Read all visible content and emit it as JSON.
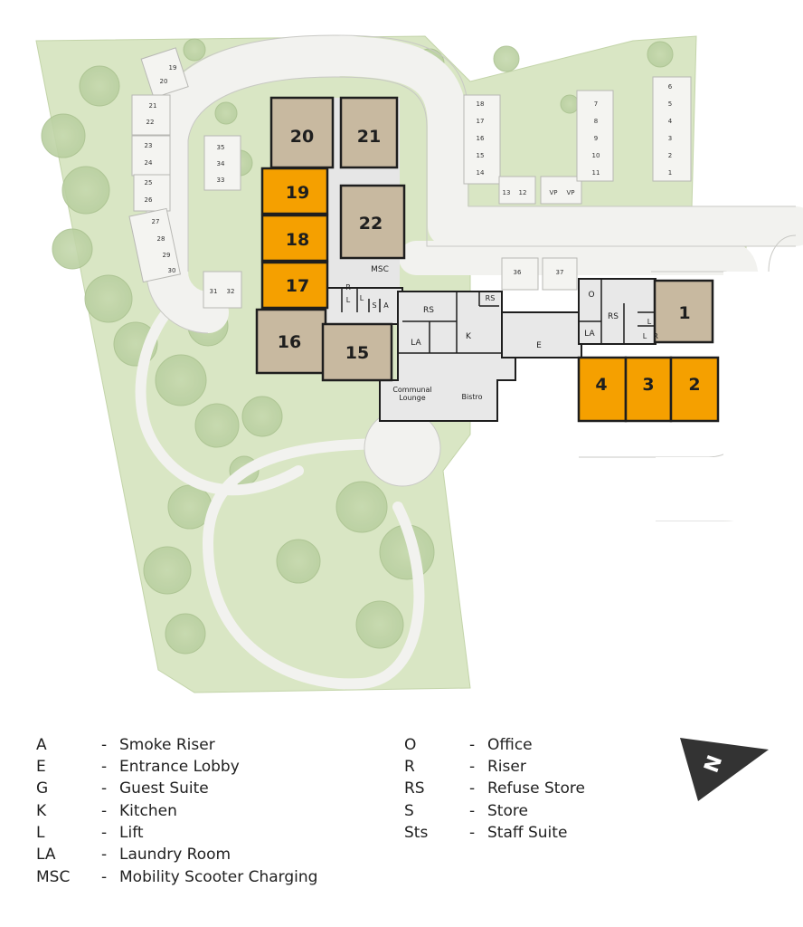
{
  "units": {
    "beige": [
      "20",
      "21",
      "22",
      "16",
      "15",
      "1"
    ],
    "orange": [
      "19",
      "18",
      "17",
      "4",
      "3",
      "2"
    ]
  },
  "room_labels": {
    "msc": "MSC",
    "rs": "RS",
    "la": "LA",
    "k": "K",
    "e": "E",
    "o": "O",
    "r": "R",
    "l": "L",
    "s": "S",
    "a": "A",
    "communal_lounge_1": "Communal",
    "communal_lounge_2": "Lounge",
    "bistro": "Bistro",
    "vp": "VP"
  },
  "parking": {
    "top_left": [
      "19",
      "20",
      "21",
      "22",
      "23",
      "24",
      "25",
      "26",
      "27",
      "28",
      "29",
      "30",
      "31",
      "32",
      "33",
      "34",
      "35"
    ],
    "top_middle": [
      "18",
      "17",
      "16",
      "15",
      "14",
      "13",
      "12"
    ],
    "top_right_col1": [
      "7",
      "8",
      "9",
      "10",
      "11"
    ],
    "top_right_col2": [
      "6",
      "5",
      "4",
      "3",
      "2",
      "1"
    ],
    "bottom": [
      "36",
      "37"
    ]
  },
  "legend_left": [
    {
      "code": "A",
      "desc": "Smoke Riser"
    },
    {
      "code": "E",
      "desc": "Entrance Lobby"
    },
    {
      "code": "G",
      "desc": "Guest Suite"
    },
    {
      "code": "K",
      "desc": "Kitchen"
    },
    {
      "code": "L",
      "desc": "Lift"
    },
    {
      "code": "LA",
      "desc": "Laundry Room"
    },
    {
      "code": "MSC",
      "desc": "Mobility Scooter Charging"
    }
  ],
  "legend_right": [
    {
      "code": "O",
      "desc": "Office"
    },
    {
      "code": "R",
      "desc": "Riser"
    },
    {
      "code": "RS",
      "desc": "Refuse Store"
    },
    {
      "code": "S",
      "desc": "Store"
    },
    {
      "code": "Sts",
      "desc": "Staff Suite"
    }
  ],
  "dash": "-",
  "north_label": "N",
  "colors": {
    "grass": "#d9e6c4",
    "road": "#f0f0ee",
    "building": "#e8e8e8",
    "beige": "#c8b9a0",
    "orange": "#f5a000",
    "wall": "#1e1e1e"
  }
}
